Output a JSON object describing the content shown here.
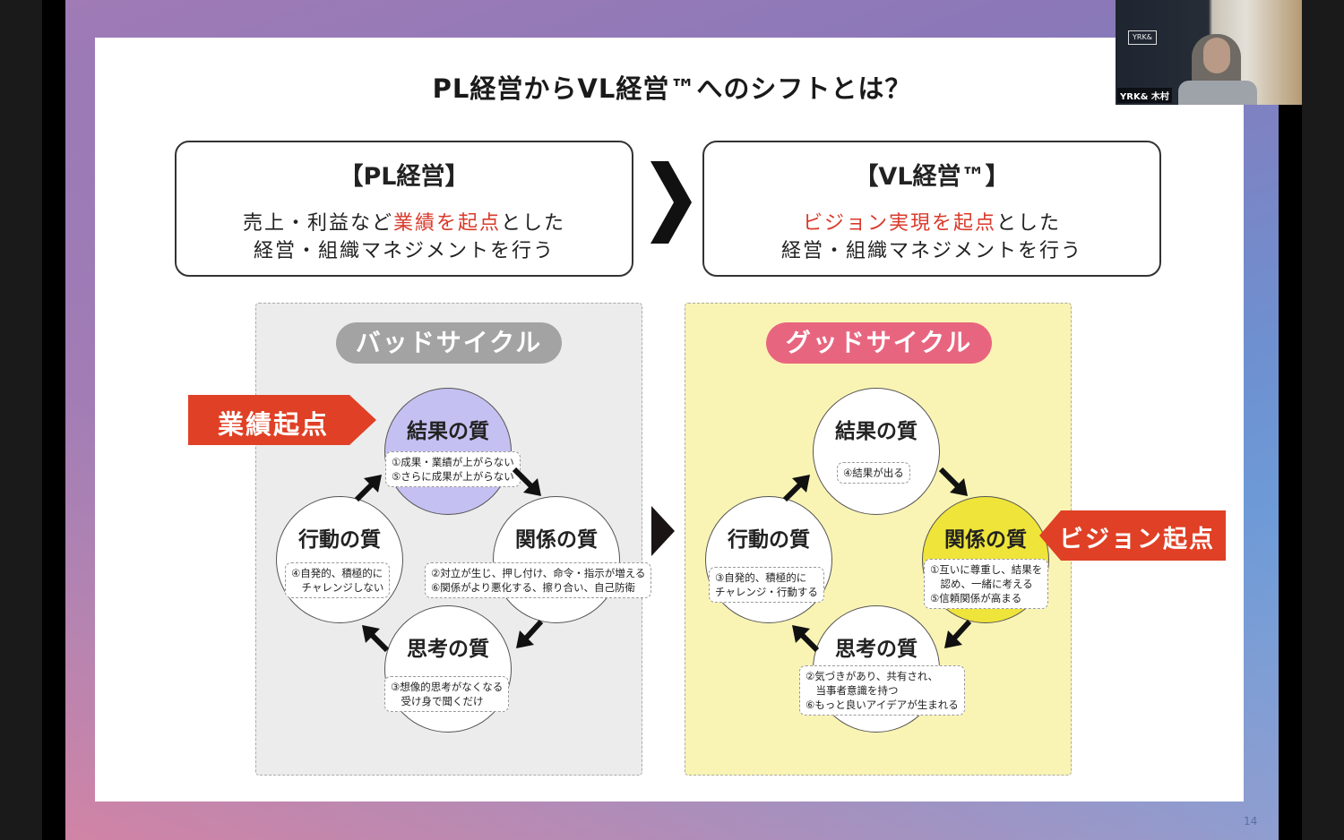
{
  "slide": {
    "title": "PL経営からVL経営™へのシフトとは？",
    "page_number": "14",
    "left_box": {
      "heading": "【PL経営】",
      "line1_prefix": "売上・利益など",
      "line1_highlight": "業績を起点",
      "line1_suffix": "とした",
      "line2": "経営・組織マネジメントを行う"
    },
    "right_box": {
      "heading": "【VL経営™】",
      "line1_highlight": "ビジョン実現を起点",
      "line1_suffix": "とした",
      "line2": "経営・組織マネジメントを行う"
    },
    "bad_cycle": {
      "label": "バッドサイクル",
      "callout": "業績起点",
      "result": {
        "title": "結果の質",
        "notes": [
          "①成果・業績が上がらない",
          "⑤さらに成果が上がらない"
        ]
      },
      "relation": {
        "title": "関係の質",
        "notes": [
          "②対立が生じ、押し付け、命令・指示が増える",
          "⑥関係がより悪化する、擦り合い、自己防衛"
        ]
      },
      "thinking": {
        "title": "思考の質",
        "notes": [
          "③想像的思考がなくなる",
          "　受け身で聞くだけ"
        ]
      },
      "action": {
        "title": "行動の質",
        "notes": [
          "④自発的、積極的に",
          "　チャレンジしない"
        ]
      }
    },
    "good_cycle": {
      "label": "グッドサイクル",
      "callout": "ビジョン起点",
      "result": {
        "title": "結果の質",
        "notes": [
          "④結果が出る"
        ]
      },
      "relation": {
        "title": "関係の質",
        "notes": [
          "①互いに尊重し、結果を",
          "　認め、一緒に考える",
          "⑤信頼関係が高まる"
        ]
      },
      "thinking": {
        "title": "思考の質",
        "notes": [
          "②気づきがあり、共有され、",
          "　当事者意識を持つ",
          "⑥もっと良いアイデアが生まれる"
        ]
      },
      "action": {
        "title": "行動の質",
        "notes": [
          "③自発的、積極的に",
          "チャレンジ・行動する"
        ]
      }
    }
  },
  "video": {
    "participant_name": "YRK& 木村",
    "logo_text": "YRK&"
  },
  "colors": {
    "highlight_red": "#d93a2b",
    "callout_red": "#e04025",
    "bad_pill": "#a3a3a3",
    "good_pill": "#e8657f",
    "bad_result_fill": "#c5c0f2",
    "good_relation_fill": "#efe43a",
    "good_panel_bg": "#faf4b4",
    "bad_panel_bg": "#ececec"
  }
}
